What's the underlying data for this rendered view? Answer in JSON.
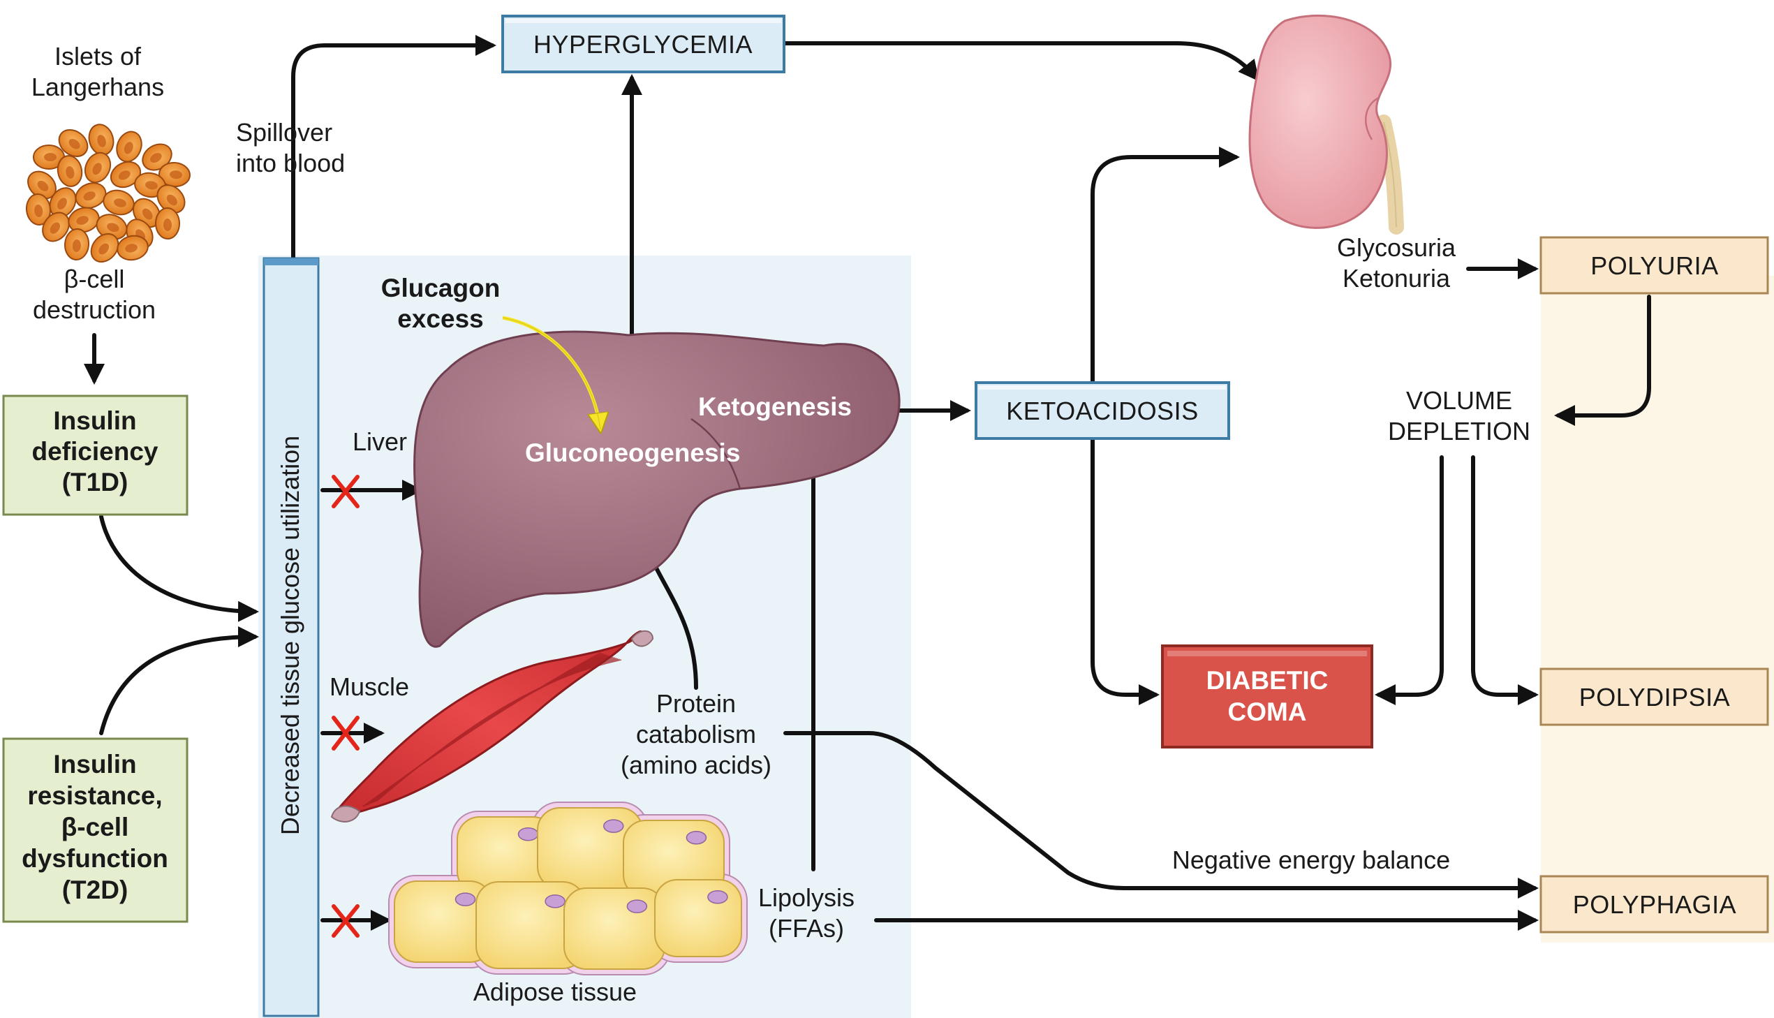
{
  "labels": {
    "islets": [
      "Islets of",
      "Langerhans"
    ],
    "beta_destruction": [
      "β-cell",
      "destruction"
    ],
    "insulin_deficiency": [
      "Insulin",
      "deficiency",
      "(T1D)"
    ],
    "insulin_resistance": [
      "Insulin",
      "resistance,",
      "β-cell",
      "dysfunction",
      "(T2D)"
    ],
    "spillover": [
      "Spillover",
      "into blood"
    ],
    "decreased_utilization": "Decreased tissue glucose utilization",
    "glucagon_excess": [
      "Glucagon",
      "excess"
    ],
    "liver": "Liver",
    "gluconeogenesis": "Gluconeogenesis",
    "ketogenesis": "Ketogenesis",
    "muscle": "Muscle",
    "protein_catabolism": [
      "Protein",
      "catabolism",
      "(amino acids)"
    ],
    "adipose_tissue": "Adipose tissue",
    "lipolysis": [
      "Lipolysis",
      "(FFAs)"
    ],
    "glycosuria_ketonuria": [
      "Glycosuria",
      "Ketonuria"
    ],
    "volume_depletion": [
      "VOLUME",
      "DEPLETION"
    ],
    "negative_energy_balance": "Negative energy balance"
  },
  "boxes": {
    "hyperglycemia": "HYPERGLYCEMIA",
    "ketoacidosis": "KETOACIDOSIS",
    "diabetic_coma": [
      "DIABETIC",
      "COMA"
    ],
    "polyuria": "POLYURIA",
    "polydipsia": "POLYDIPSIA",
    "polyphagia": "POLYPHAGIA"
  },
  "colors": {
    "tissue_panel": "#eaf4f8",
    "symptom_panel": "#fdf5e6",
    "blue_box": "#dcecf6",
    "green_box": "#e6eed0",
    "coma_box": "#d9534a",
    "symptom_box": "#fbe8cc",
    "block_x": "#e32619",
    "glucagon_arrow": "#f5e52a"
  }
}
